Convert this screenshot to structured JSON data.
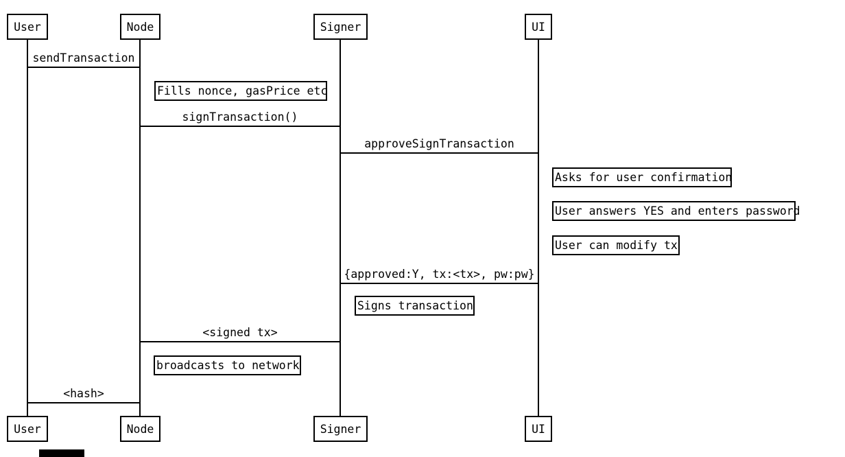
{
  "diagram": {
    "type": "sequence",
    "actors": [
      {
        "id": "user",
        "label": "User"
      },
      {
        "id": "node",
        "label": "Node"
      },
      {
        "id": "signer",
        "label": "Signer"
      },
      {
        "id": "ui",
        "label": "UI"
      }
    ],
    "messages": [
      {
        "from": "User",
        "to": "Node",
        "label": "sendTransaction"
      },
      {
        "from": "Node",
        "to": "Signer",
        "label": "signTransaction()"
      },
      {
        "from": "Signer",
        "to": "UI",
        "label": "approveSignTransaction"
      },
      {
        "from": "UI",
        "to": "Signer",
        "label": "{approved:Y, tx:<tx>, pw:pw}"
      },
      {
        "from": "Signer",
        "to": "Node",
        "label": "<signed tx>"
      },
      {
        "from": "Node",
        "to": "User",
        "label": "<hash>"
      }
    ],
    "notes": [
      {
        "over": "Node",
        "label": "Fills nonce, gasPrice etc"
      },
      {
        "over": "UI",
        "label": "Asks for user confirmation"
      },
      {
        "over": "UI",
        "label": "User answers YES and enters password"
      },
      {
        "over": "UI",
        "label": "User can modify tx"
      },
      {
        "over": "Signer",
        "label": "Signs transaction"
      },
      {
        "over": "Node",
        "label": "broadcasts to network"
      }
    ],
    "colors": {
      "background": "#ffffff",
      "line": "#000000",
      "text": "#000000"
    }
  }
}
